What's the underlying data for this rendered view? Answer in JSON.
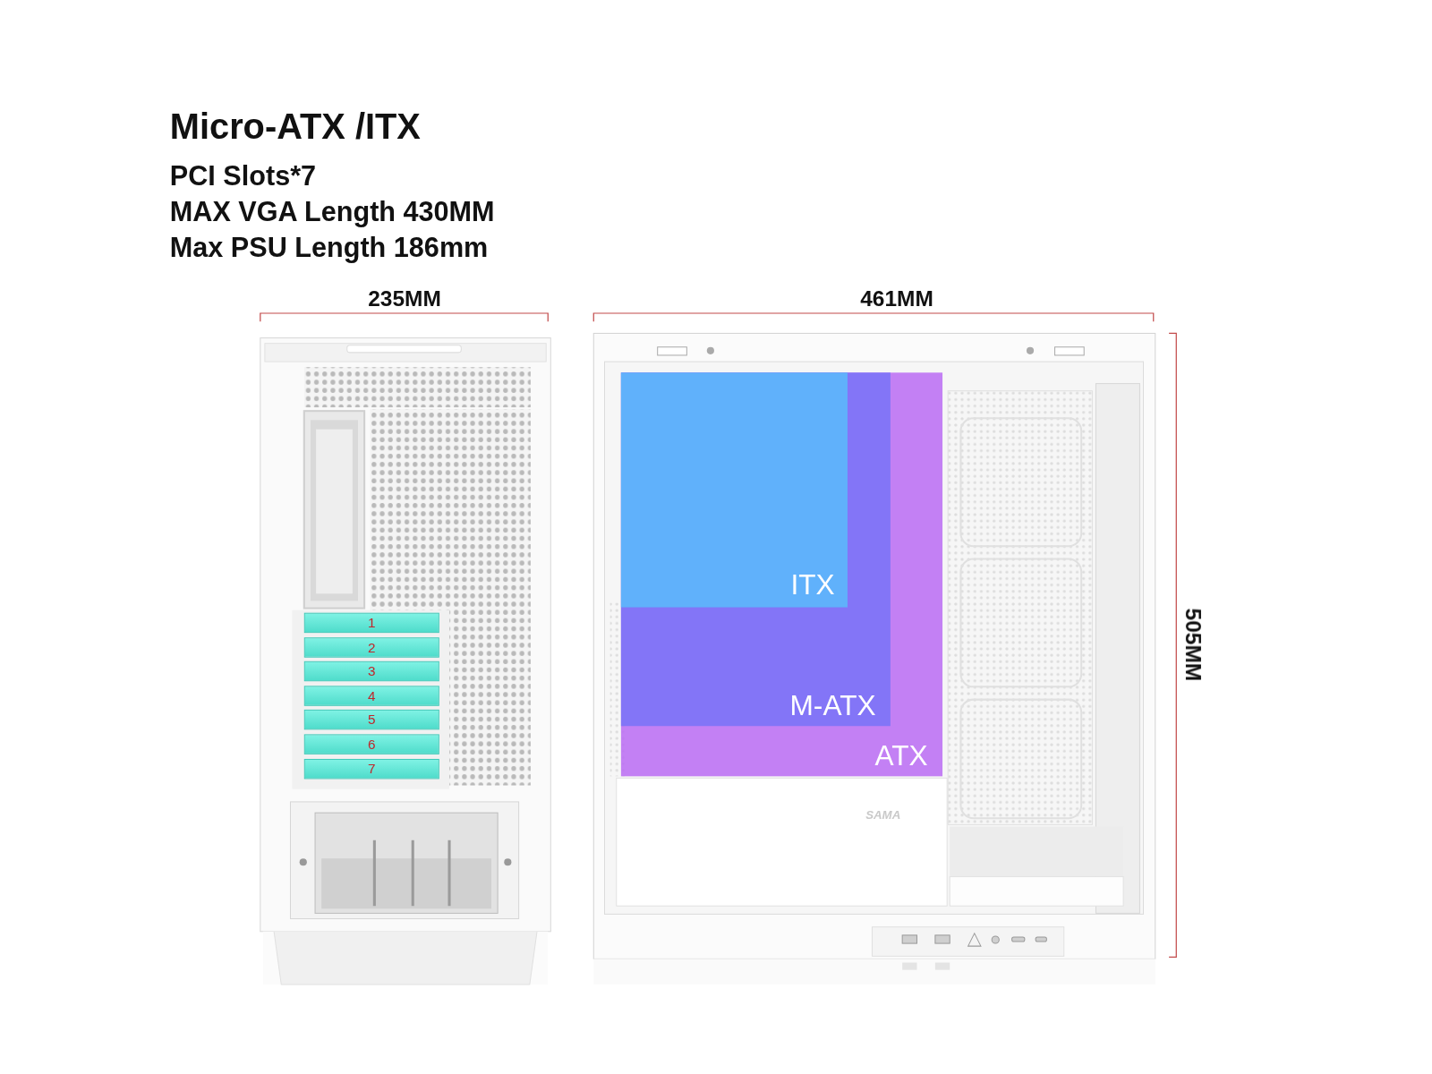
{
  "diagram": {
    "title": "Micro-ATX /ITX",
    "nodes": [
      {
        "text": [
          "ATX"
        ]
      },
      {
        "text": [
          "M-ATX"
        ],
        "in": 0
      },
      {
        "text": [
          "ITX"
        ],
        "in": 1
      },
      {
        "text": [
          "1"
        ]
      },
      {
        "text": [
          "2"
        ]
      },
      {
        "text": [
          "3"
        ]
      },
      {
        "text": [
          "4"
        ]
      },
      {
        "text": [
          "5"
        ]
      },
      {
        "text": [
          "6"
        ]
      },
      {
        "text": [
          "7"
        ]
      }
    ],
    "labels": [
      "PCI Slots*7",
      "MAX VGA Length 430MM",
      "Max PSU Length 186mm",
      "235MM",
      "461MM",
      "505MM",
      "SAMA"
    ]
  }
}
